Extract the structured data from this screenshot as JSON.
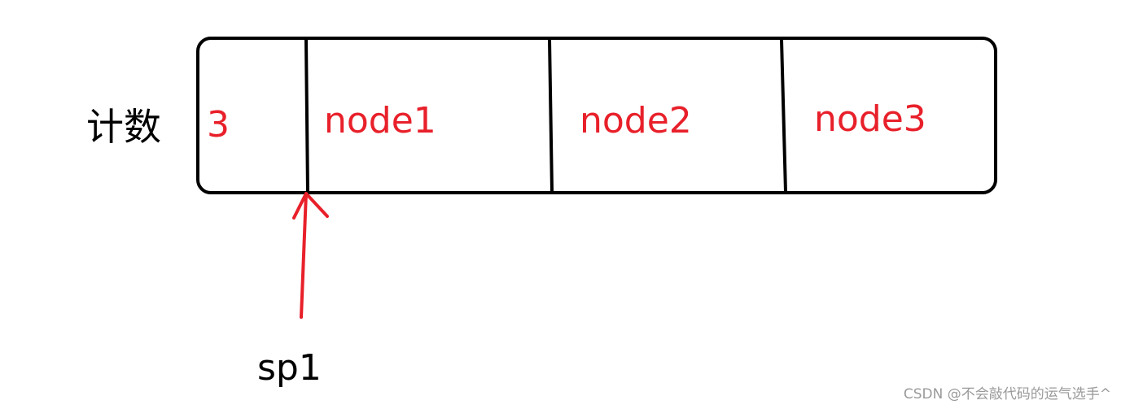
{
  "count_label": "计数",
  "cells": [
    {
      "id": "count",
      "text": "3"
    },
    {
      "id": "node1",
      "text": "node1"
    },
    {
      "id": "node2",
      "text": "node2"
    },
    {
      "id": "node3",
      "text": "node3"
    }
  ],
  "pointer_label": "sp1",
  "watermark": "CSDN @不会敲代码的运气选手^",
  "colors": {
    "outline": "#000000",
    "cell_text": "#e8202a",
    "arrow": "#e8202a",
    "label": "#000000",
    "watermark": "#9a9a9a"
  }
}
